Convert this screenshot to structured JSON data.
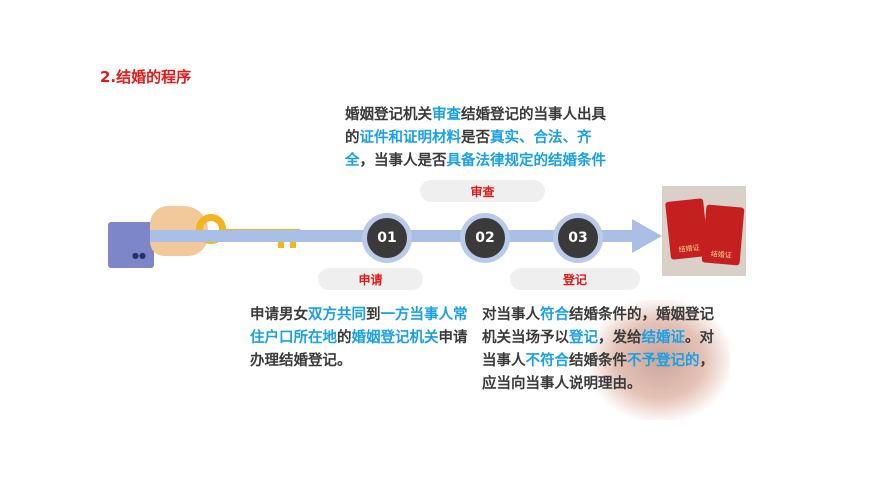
{
  "title": "2.结婚的程序",
  "steps": [
    "01",
    "02",
    "03"
  ],
  "labels": {
    "review": "审查",
    "apply": "申请",
    "register": "登记"
  },
  "review_text": {
    "p1": "婚姻登记机关",
    "h1": "审查",
    "p2": "结婚登记的当事人出具的",
    "h2": "证件和证明材料",
    "p3": "是否",
    "h3": "真实、合法、齐全",
    "p4": "，当事人是否",
    "h4": "具备法律规定的结婚条件"
  },
  "apply_text": {
    "p1": "申请男女",
    "h1": "双方共同",
    "p2": "到",
    "h2": "一方当事人常住户口所在地",
    "p3": "的",
    "h3": "婚姻登记机关",
    "p4": "申请办理结婚登记。"
  },
  "register_text": {
    "p1": "对当事人",
    "h1": "符合",
    "p2": "结婚条件的，婚姻登记机关当场予以",
    "h2": "登记",
    "p3": "，发给",
    "h3": "结婚证",
    "p4": "。对当事人",
    "h4": "不符合",
    "p5": "结婚条件",
    "h5": "不予登记的",
    "p6": "，应当向当事人说明理由。"
  },
  "certificate_label": "结婚证",
  "colors": {
    "highlight": "#1aa0e6",
    "title": "#e21a1a",
    "arrow": "#a9bfe6",
    "step": "#3a3a3a"
  }
}
